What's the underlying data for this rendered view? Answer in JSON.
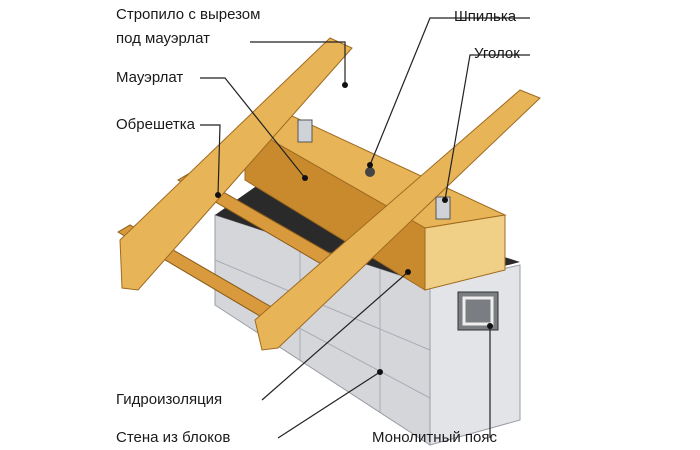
{
  "title": "Крепление стропил к мауэрлату",
  "labels": {
    "rafter_line1": "Стропило с вырезом",
    "rafter_line2": "под мауэрлат",
    "stud": "Шпилька",
    "angle": "Уголок",
    "mauerlat": "Мауэрлат",
    "battens": "Обрешетка",
    "waterproofing": "Гидроизоляция",
    "block_wall": "Стена из блоков",
    "monolithic_belt": "Монолитный пояс"
  },
  "colors": {
    "wood": "#e8b458",
    "wood_dark": "#c98a2e",
    "wood_end": "#f0cf86",
    "block": "#d4d6da",
    "block_dark": "#b7babf",
    "waterproofing": "#2a2a2a",
    "leader": "#222222"
  }
}
